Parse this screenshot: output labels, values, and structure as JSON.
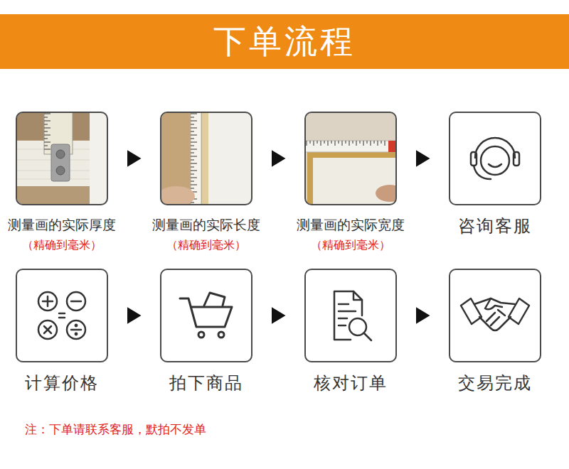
{
  "diagram": {
    "title": "下单流程",
    "nodes": [
      {
        "text": [
          "测量画的实际厚度",
          "（精确到毫米）"
        ]
      },
      {
        "text": [
          "测量画的实际长度",
          "（精确到毫米）"
        ]
      },
      {
        "text": [
          "测量画的实际宽度",
          "（精确到毫米）"
        ]
      },
      {
        "text": [
          "咨询客服"
        ]
      },
      {
        "text": [
          "计算价格"
        ]
      },
      {
        "text": [
          "拍下商品"
        ]
      },
      {
        "text": [
          "核对订单"
        ]
      },
      {
        "text": [
          "交易完成"
        ]
      }
    ],
    "edges": [
      {
        "from": 0,
        "to": 1,
        "arrow": "to"
      },
      {
        "from": 1,
        "to": 2,
        "arrow": "to"
      },
      {
        "from": 2,
        "to": 3,
        "arrow": "to"
      },
      {
        "from": 4,
        "to": 5,
        "arrow": "to"
      },
      {
        "from": 5,
        "to": 6,
        "arrow": "to"
      },
      {
        "from": 6,
        "to": 7,
        "arrow": "to"
      }
    ],
    "labels": [
      "注：下单请联系客服，默拍不发单"
    ]
  }
}
